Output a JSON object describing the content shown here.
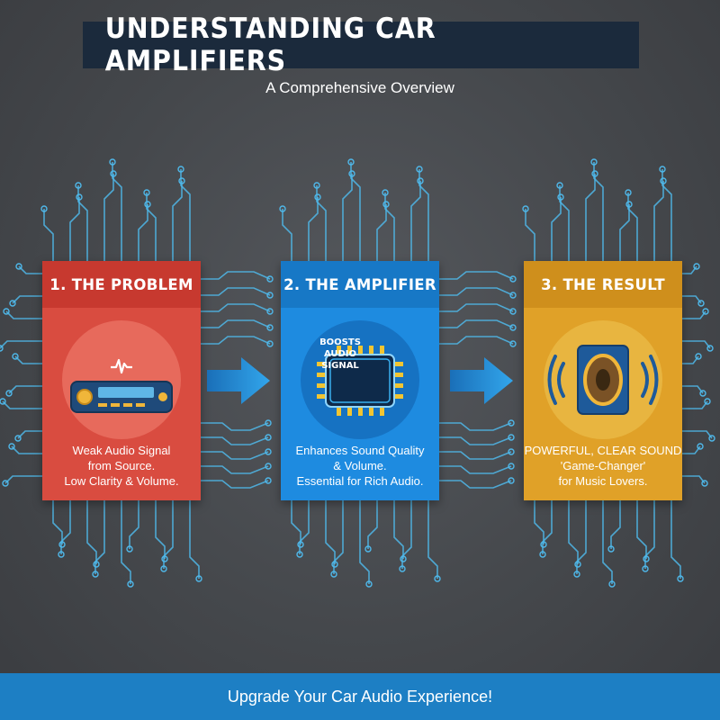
{
  "header": {
    "title": "UNDERSTANDING CAR AMPLIFIERS",
    "subtitle": "A Comprehensive Overview"
  },
  "steps": [
    {
      "title": "1. THE PROBLEM",
      "icon": "car-radio-icon",
      "lines": [
        "Weak Audio Signal",
        "from Source.",
        "Low Clarity & Volume."
      ],
      "color": "#d94c40"
    },
    {
      "title": "2. THE AMPLIFIER",
      "icon": "amplifier-chip-icon",
      "chip_label": [
        "BOOSTS",
        "AUDIO SIGNAL"
      ],
      "lines": [
        "Enhances Sound Quality",
        "& Volume.",
        "Essential for Rich Audio."
      ],
      "color": "#1e8be0"
    },
    {
      "title": "3. THE RESULT",
      "icon": "speaker-icon",
      "lines": [
        "POWERFUL, CLEAR SOUND",
        "'Game-Changer'",
        "for Music Lovers."
      ],
      "color": "#e0a128"
    }
  ],
  "footer": {
    "text": "Upgrade Your Car Audio Experience!"
  },
  "colors": {
    "background": "#47494d",
    "title_bar": "#1b2a3c",
    "circuit": "#4fb8ea",
    "footer": "#1d7fc4"
  }
}
